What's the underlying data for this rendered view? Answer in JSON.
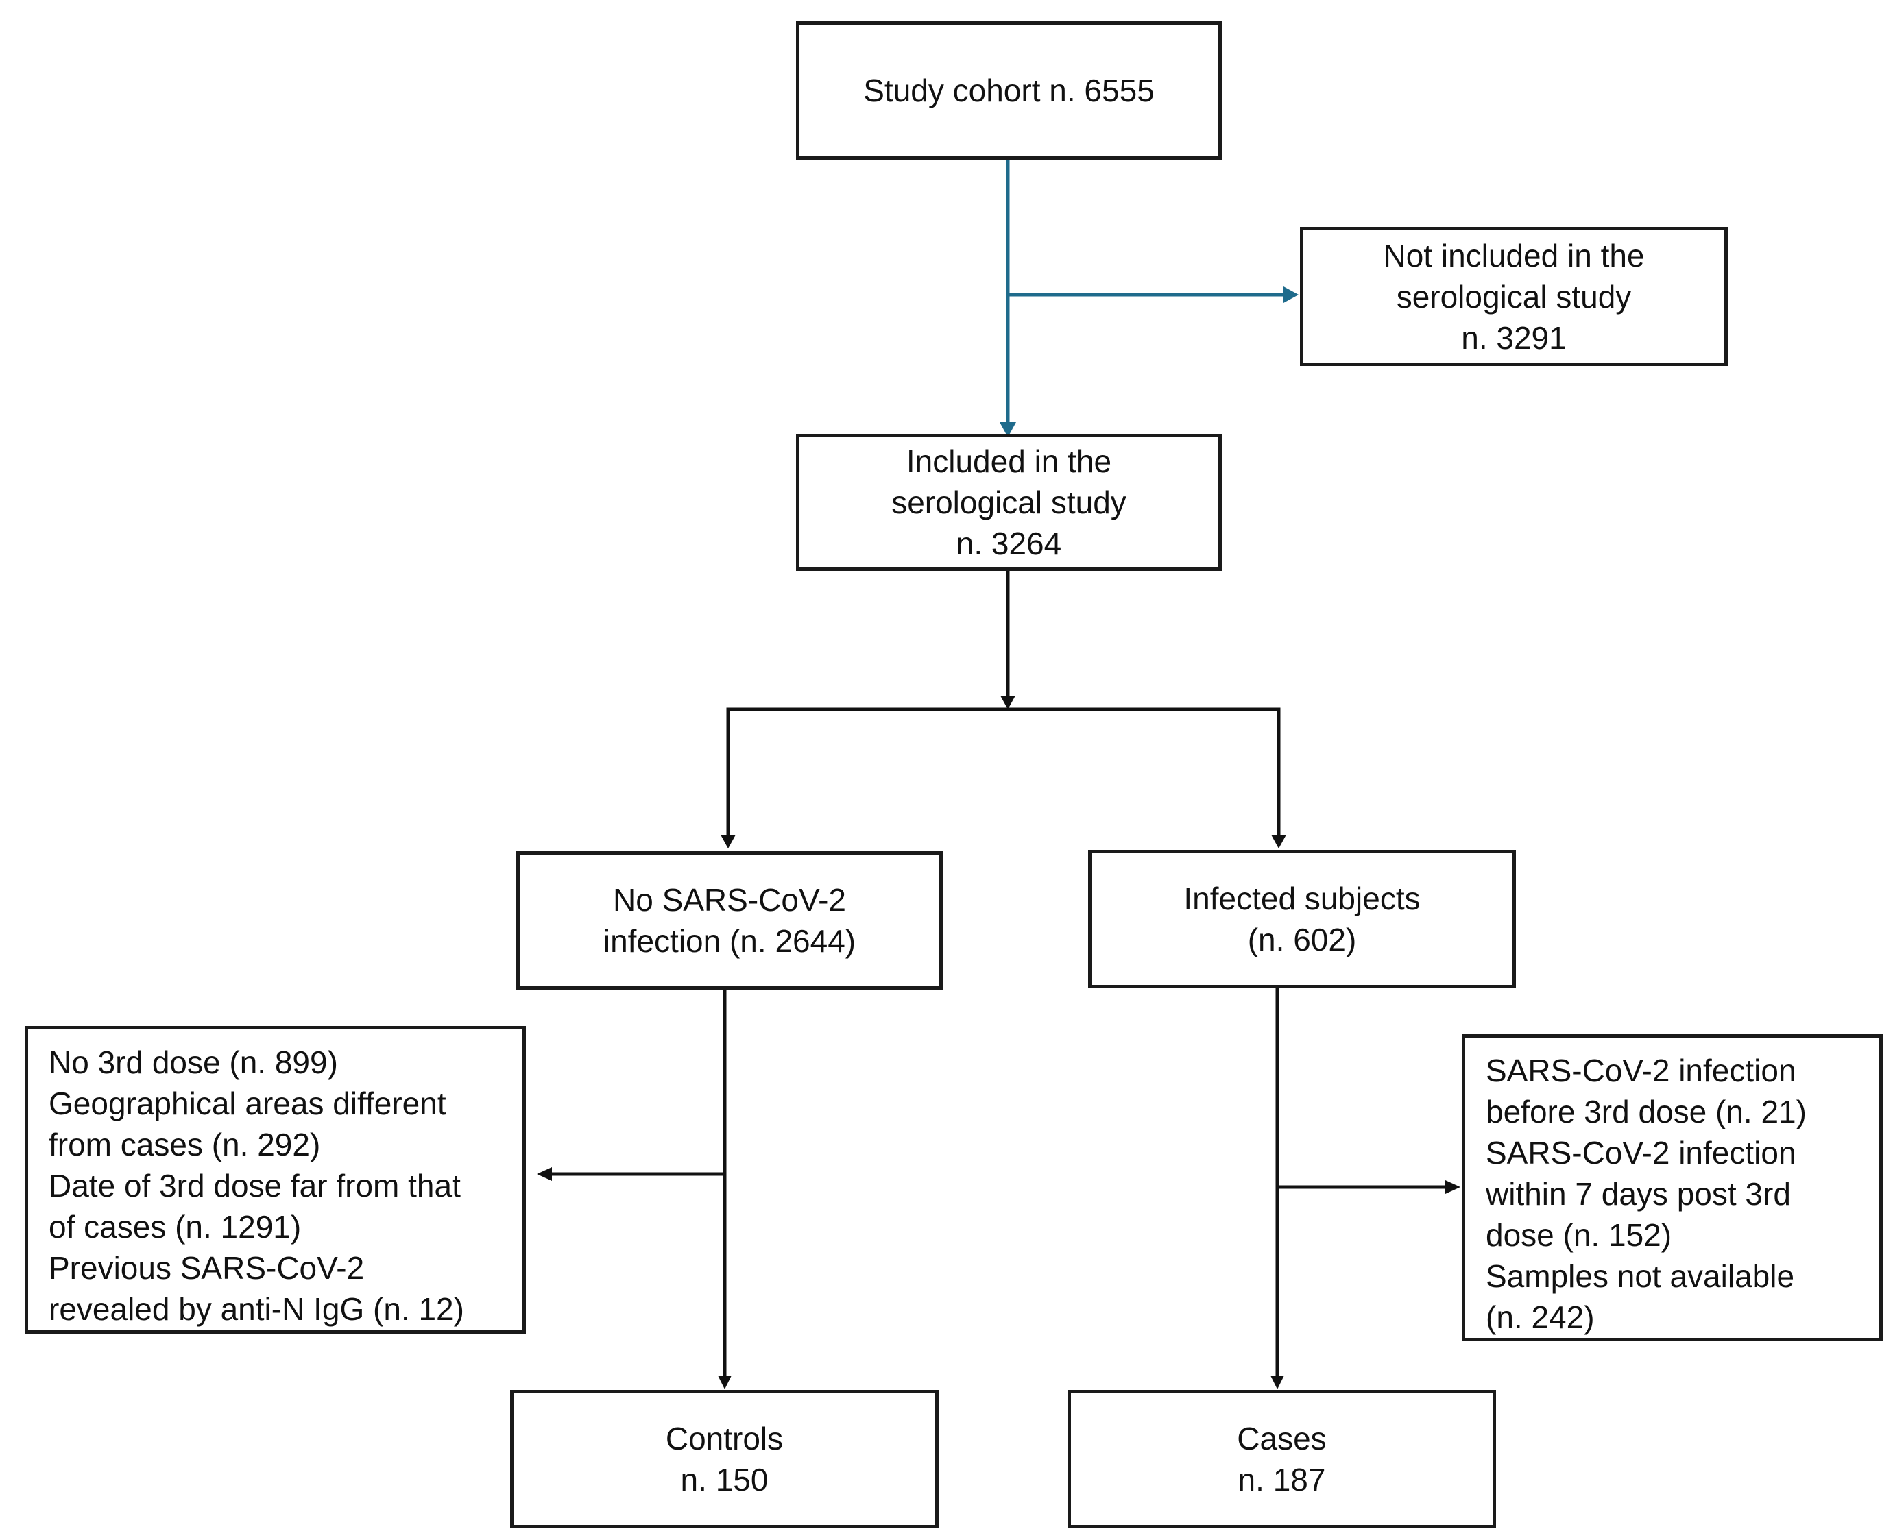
{
  "colors": {
    "main_arrow": "#1f6b8c",
    "arrow": "#111111",
    "box_border": "#1a1a1a"
  },
  "nodes": {
    "study_cohort": {
      "lines": [
        "Study cohort n. 6555"
      ]
    },
    "not_included": {
      "lines": [
        "Not included in the",
        "serological study",
        "n. 3291"
      ]
    },
    "included": {
      "lines": [
        "Included in the",
        "serological study",
        "n. 3264"
      ]
    },
    "no_infection": {
      "lines": [
        "No SARS-CoV-2",
        "infection (n. 2644)"
      ]
    },
    "infected": {
      "lines": [
        "Infected subjects",
        "(n. 602)"
      ]
    },
    "exclusions_controls": {
      "lines": [
        "No 3rd dose (n. 899)",
        "Geographical areas different",
        "from cases (n. 292)",
        "Date of 3rd dose far from that",
        "of cases (n. 1291)",
        "Previous SARS-CoV-2",
        "revealed by anti-N IgG (n. 12)"
      ]
    },
    "exclusions_cases": {
      "lines": [
        "SARS-CoV-2 infection",
        "before 3rd dose (n. 21)",
        "SARS-CoV-2 infection",
        "within 7 days post 3rd",
        "dose (n. 152)",
        "Samples not available",
        "(n. 242)"
      ]
    },
    "controls": {
      "lines": [
        "Controls",
        "n. 150"
      ]
    },
    "cases": {
      "lines": [
        "Cases",
        "n. 187"
      ]
    }
  }
}
